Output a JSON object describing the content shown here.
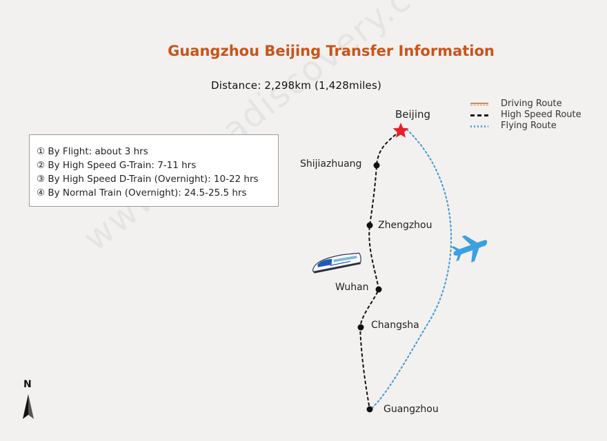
{
  "title": "Guangzhou Beijing Transfer Information",
  "distance": "Distance: 2,298km (1,428miles)",
  "info": [
    "① By Flight: about 3 hrs",
    "② By High Speed G-Train: 7-11 hrs",
    "③ By High Speed D-Train (Overnight): 10-22 hrs",
    "④ By Normal Train (Overnight): 24.5-25.5 hrs"
  ],
  "legend": {
    "driving": "Driving Route",
    "high_speed": "High Speed Route",
    "flying": "Flying Route"
  },
  "cities": {
    "beijing": "Beijing",
    "shijiazhuang": "Shijiazhuang",
    "zhengzhou": "Zhengzhou",
    "wuhan": "Wuhan",
    "changsha": "Changsha",
    "guangzhou": "Guangzhou"
  },
  "north": "N",
  "watermark": "www.chinadiscovery.com",
  "colors": {
    "title": "#c8541a",
    "flight_route": "#4a9fd8",
    "rail_route": "#111111",
    "beijing_star": "#e8202a",
    "plane": "#3aa0e0"
  },
  "icons": [
    "train-icon",
    "plane-icon",
    "north-arrow-icon",
    "star-icon"
  ]
}
